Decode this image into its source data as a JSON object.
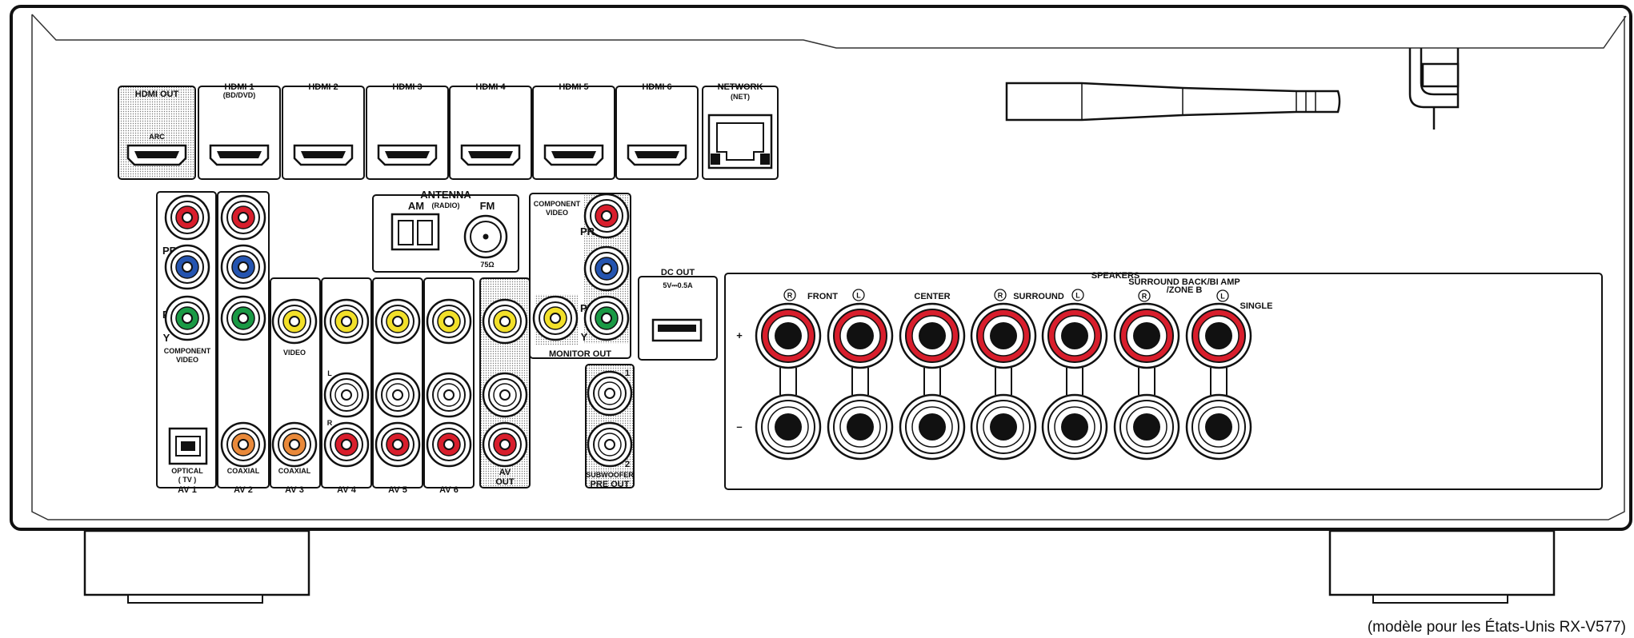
{
  "labels": {
    "hdmi_out": "HDMI OUT",
    "arc": "ARC",
    "hdmi": [
      "HDMI 1",
      "HDMI 2",
      "HDMI 3",
      "HDMI 4",
      "HDMI 5",
      "HDMI 6"
    ],
    "hdmi1_sub": "(BD/DVD)",
    "network": "NETWORK",
    "network_sub": "(NET)",
    "antenna": "ANTENNA",
    "antenna_sub": "(RADIO)",
    "am": "AM",
    "fm": "FM",
    "ohm": "75Ω",
    "component_video": "COMPONENT",
    "component_video2": "VIDEO",
    "pr": "PR",
    "pb": "PB",
    "y": "Y",
    "video": "VIDEO",
    "optical": "OPTICAL",
    "tv": "( TV )",
    "coaxial": "COAXIAL",
    "l": "L",
    "r": "R",
    "av": [
      "AV 1",
      "AV 2",
      "AV 3",
      "AV 4",
      "AV 5",
      "AV 6"
    ],
    "av_out": "AV",
    "av_out2": "OUT",
    "monitor_out": "MONITOR OUT",
    "sub_1": "1",
    "sub_2": "2",
    "subwoofer": "SUBWOOFER",
    "pre_out": "PRE OUT",
    "dc_out": "DC OUT",
    "dc_spec": "5V⎓0.5A",
    "speakers": "SPEAKERS",
    "front": "FRONT",
    "center": "CENTER",
    "surround": "SURROUND",
    "surround_back": "SURROUND BACK/BI AMP",
    "zone_b": "/ZONE B",
    "single": "SINGLE",
    "plus": "+",
    "minus": "–"
  },
  "caption": "(modèle pour les États-Unis RX-V577)"
}
